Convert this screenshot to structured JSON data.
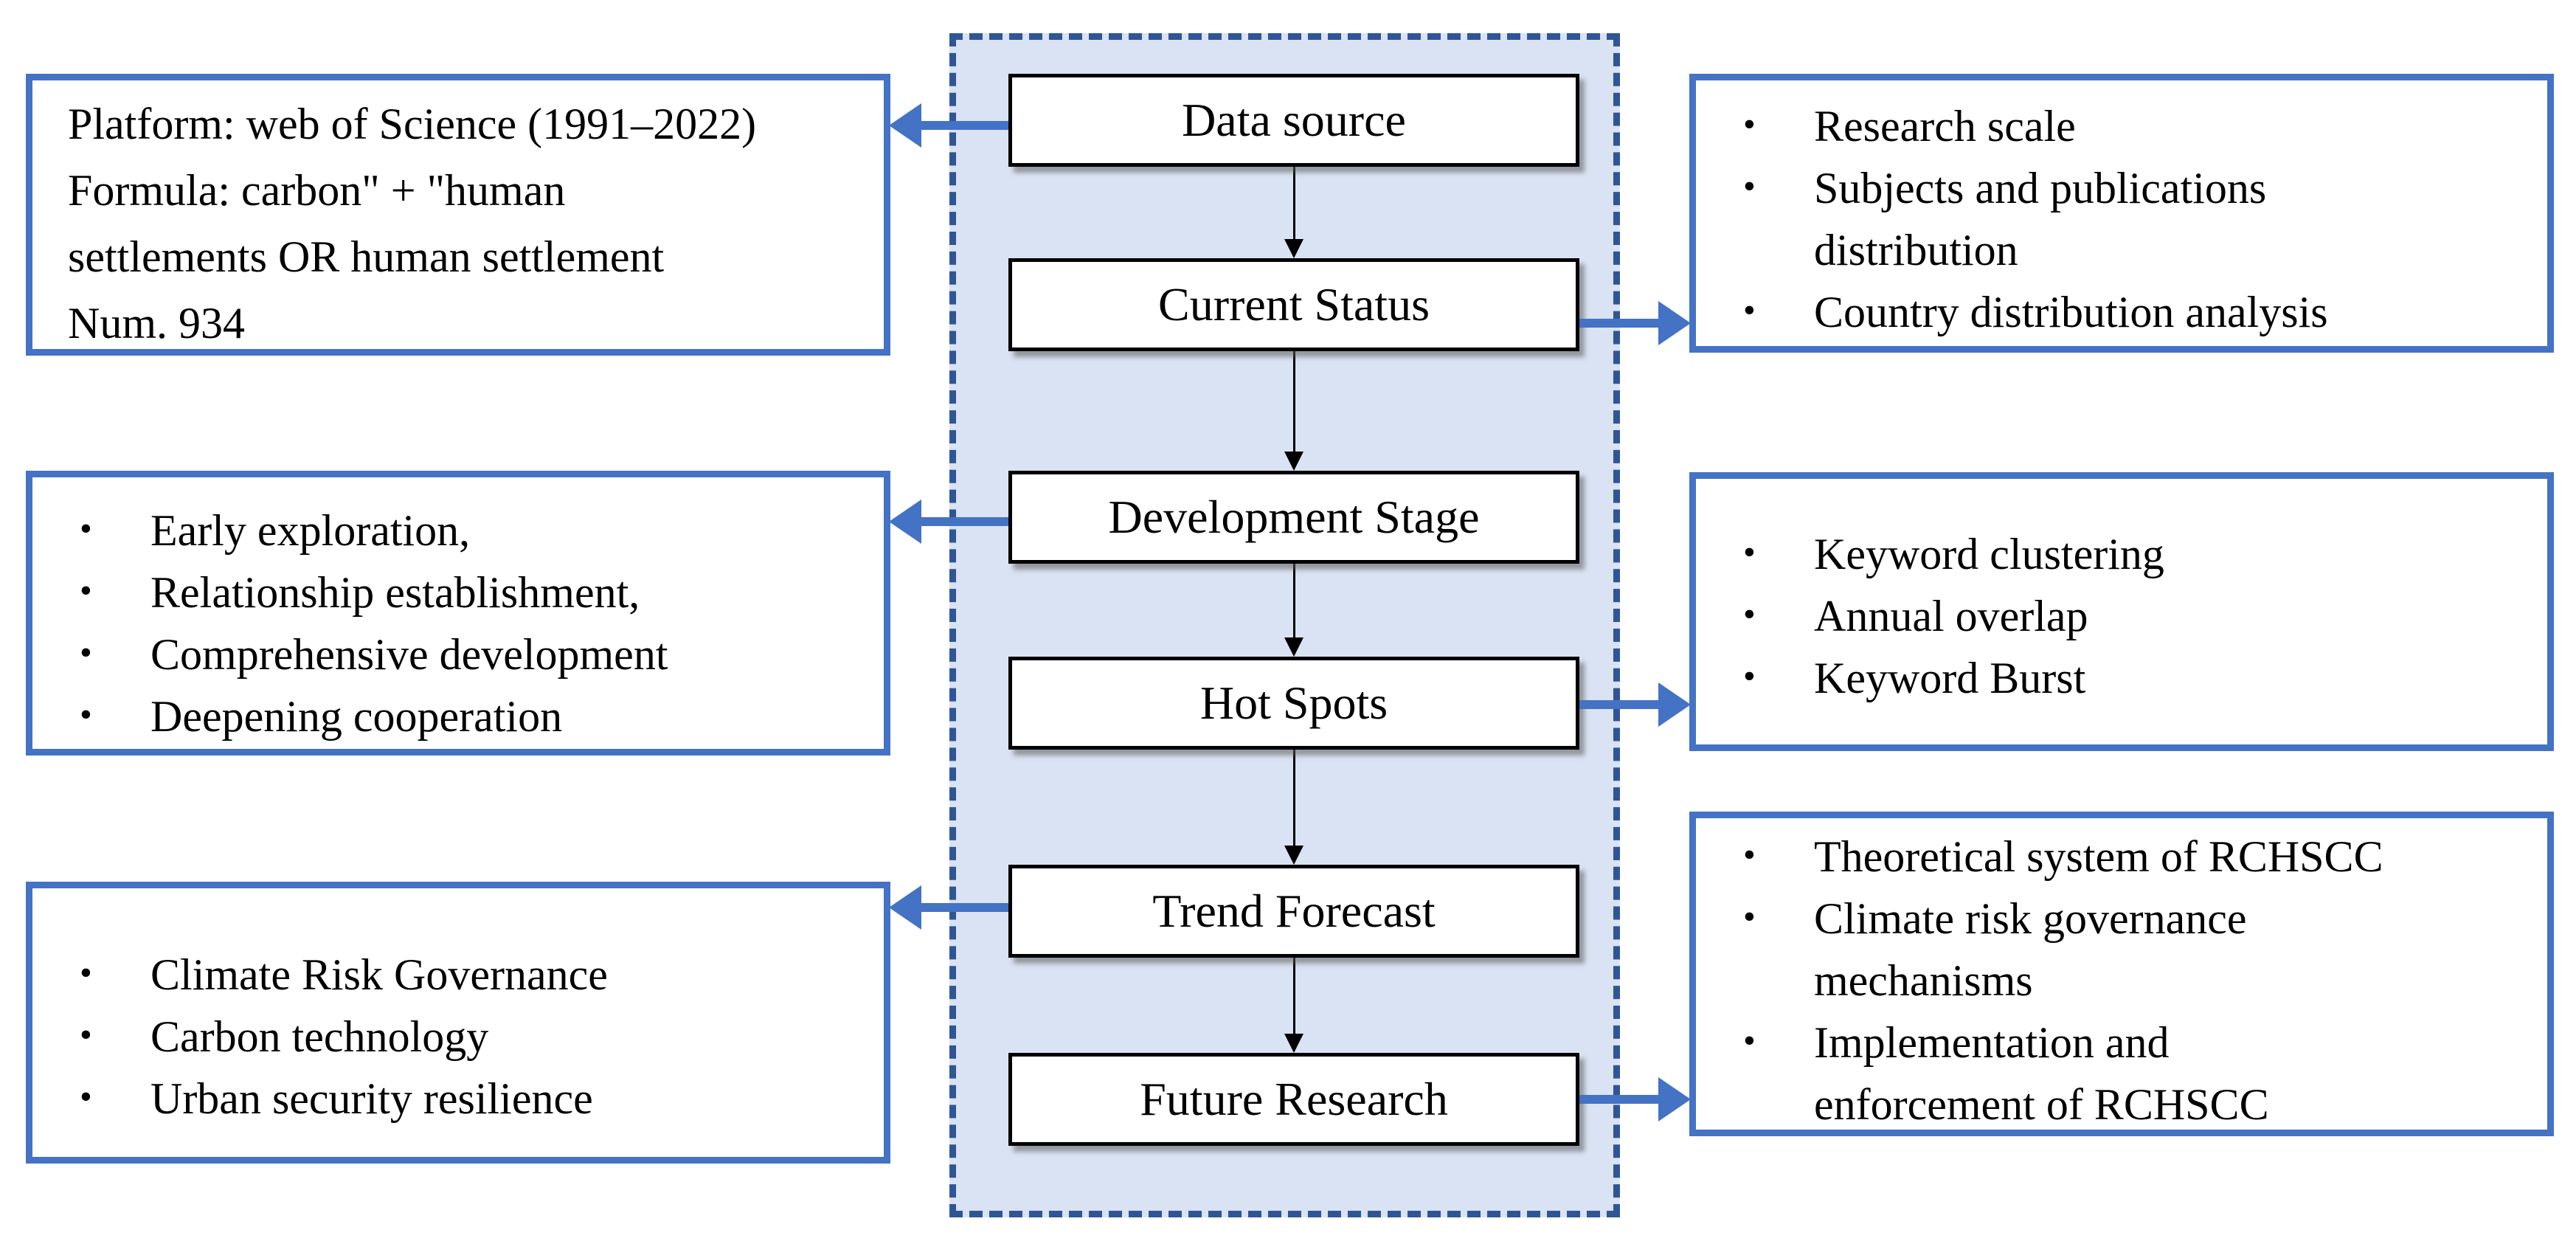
{
  "flow_steps": [
    {
      "label": "Data source"
    },
    {
      "label": "Current Status"
    },
    {
      "label": "Development Stage"
    },
    {
      "label": "Hot Spots"
    },
    {
      "label": "Trend Forecast"
    },
    {
      "label": "Future Research"
    }
  ],
  "left_boxes": [
    {
      "type": "text",
      "text": "Platform: web of Science (1991–2022)\nFormula: carbon\" + \"human\nsettlements OR human settlement\nNum. 934"
    },
    {
      "type": "bullets",
      "items": [
        "Early exploration,",
        "Relationship establishment,",
        "Comprehensive development",
        "Deepening cooperation"
      ]
    },
    {
      "type": "bullets",
      "items": [
        "Climate Risk Governance",
        "Carbon technology",
        "Urban security resilience"
      ]
    }
  ],
  "right_boxes": [
    {
      "type": "bullets",
      "items": [
        "Research scale",
        "Subjects and publications\ndistribution",
        "Country distribution analysis"
      ]
    },
    {
      "type": "bullets",
      "items": [
        "Keyword clustering",
        "Annual overlap",
        "Keyword Burst"
      ]
    },
    {
      "type": "bullets",
      "items": [
        "Theoretical system of RCHSCC",
        "Climate risk governance\nmechanisms",
        "Implementation and\nenforcement of RCHSCC"
      ]
    }
  ],
  "colors": {
    "accent_blue": "#4472C4",
    "dashed_border_blue": "#2F5597",
    "panel_fill": "#DAE3F3",
    "step_border": "#000000"
  }
}
